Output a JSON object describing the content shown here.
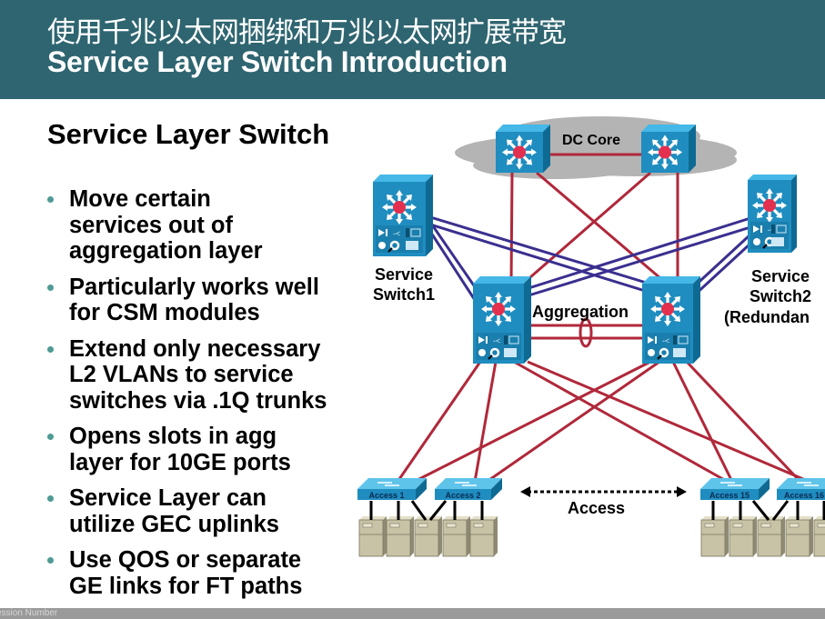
{
  "header": {
    "title_cn": "使用千兆以太网捆绑和万兆以太网扩展带宽",
    "title_en": "Service Layer Switch Introduction"
  },
  "section_title": "Service Layer Switch",
  "bullets": [
    {
      "lines": [
        "Move certain",
        "services out of",
        "aggregation layer"
      ]
    },
    {
      "lines": [
        "Particularly works well",
        "for CSM modules"
      ]
    },
    {
      "lines": [
        "Extend only necessary",
        "L2 VLANs to service",
        "switches via .1Q trunks"
      ]
    },
    {
      "lines": [
        "Opens slots in agg",
        "layer for 10GE ports"
      ]
    },
    {
      "lines": [
        "Service Layer can",
        "utilize GEC uplinks"
      ]
    },
    {
      "lines": [
        "Use QOS or separate",
        "GE links for FT paths"
      ]
    }
  ],
  "diagram": {
    "core_label": "DC Core",
    "aggregation_label": "Aggregation",
    "access_label": "Access",
    "service_switch1_label": [
      "Service",
      "Switch1"
    ],
    "service_switch2_label": [
      "Service",
      "Switch2",
      "(Redundan"
    ],
    "access_switches": [
      "Access 1",
      "Access 2",
      "Access 15",
      "Access 16"
    ],
    "colors": {
      "switch_blue": "#1f8dbf",
      "switch_top": "#45b8e8",
      "switch_side": "#0e6a93",
      "red_link": "#b0283a",
      "purple_link": "#3a2f8f",
      "cloud": "#b4b4b4",
      "server": "#c8c2a6"
    }
  },
  "footer": {
    "text": "ession Number"
  }
}
